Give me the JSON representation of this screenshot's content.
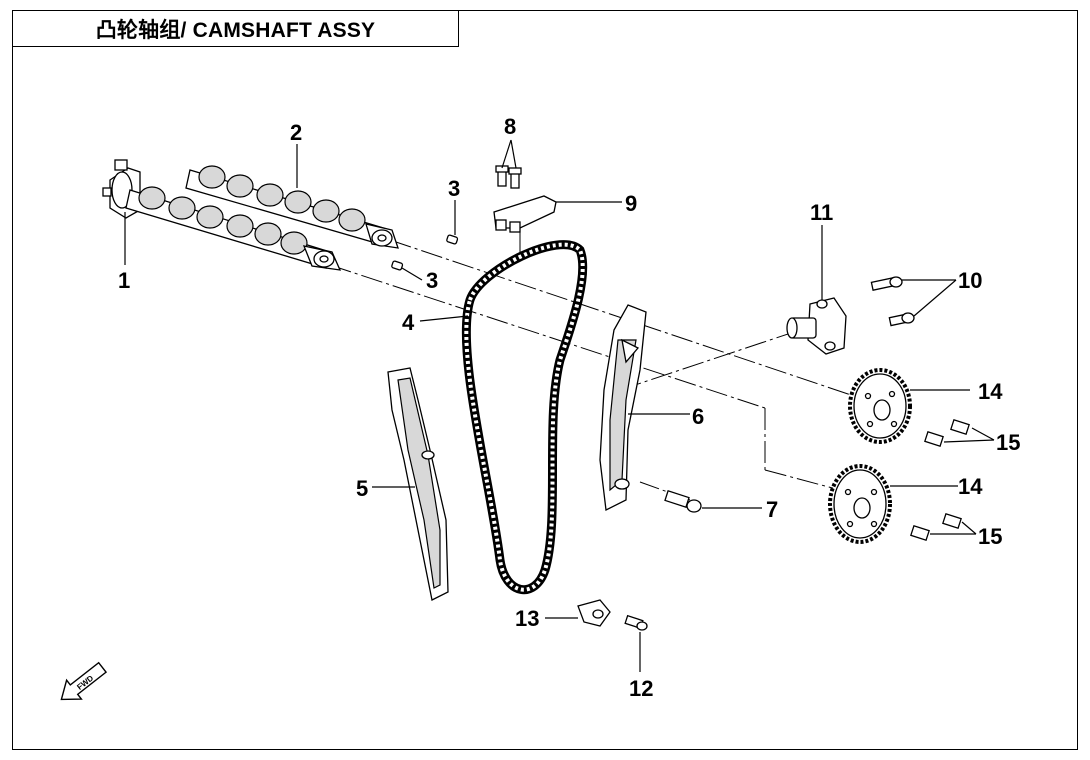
{
  "title": "凸轮轴组/ CAMSHAFT ASSY",
  "fwd_mark": "FWD",
  "callouts": {
    "c1": "1",
    "c2": "2",
    "c3a": "3",
    "c3b": "3",
    "c4": "4",
    "c5": "5",
    "c6": "6",
    "c7": "7",
    "c8": "8",
    "c9": "9",
    "c10": "10",
    "c11": "11",
    "c12": "12",
    "c13": "13",
    "c14a": "14",
    "c14b": "14",
    "c15a": "15",
    "c15b": "15"
  }
}
